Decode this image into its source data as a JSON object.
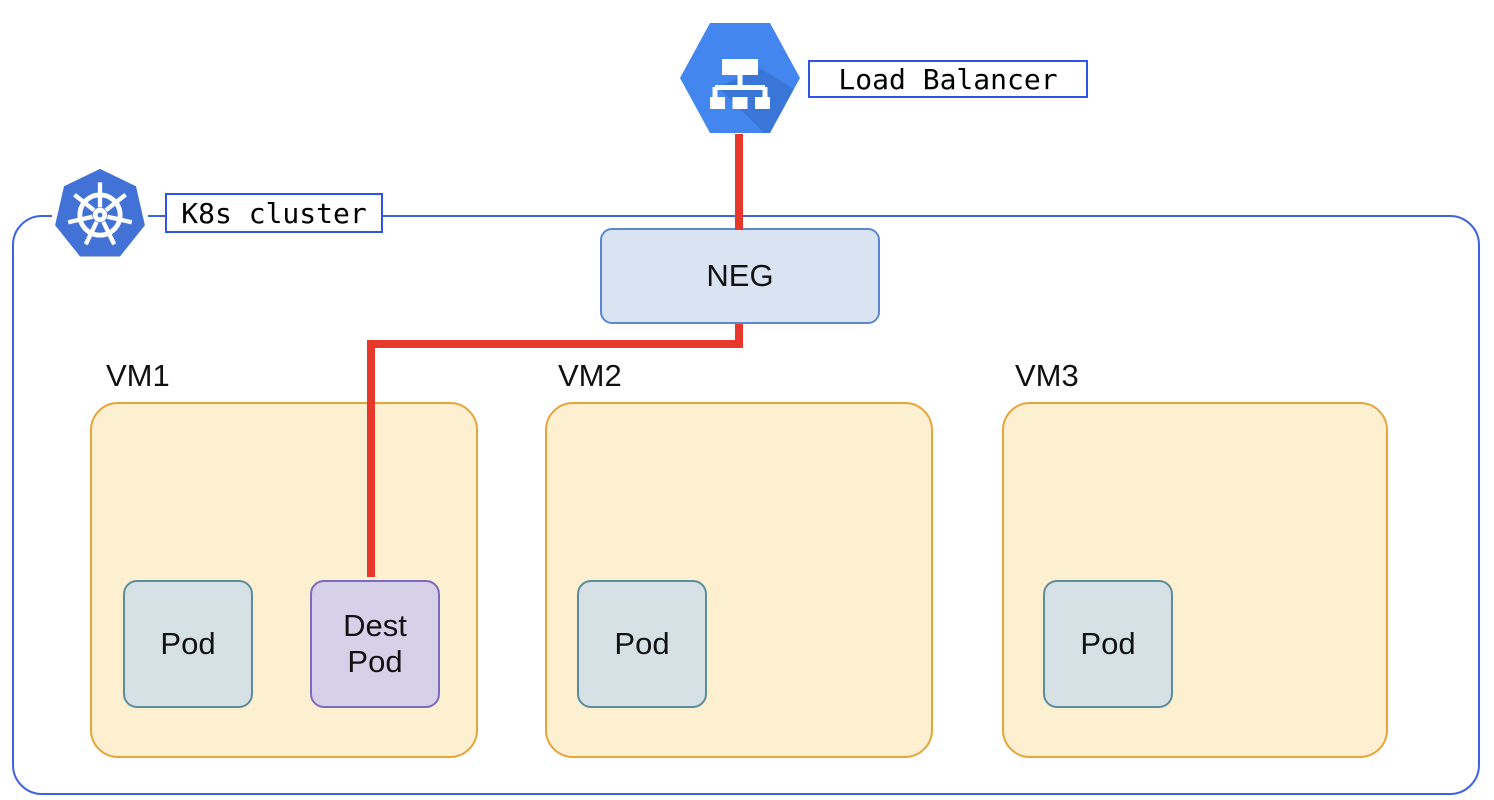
{
  "colors": {
    "cluster_border": "#3d63e3",
    "label_box_border": "#2f55e6",
    "connector_red": "#e8382c",
    "vm_fill": "#fdf0d0",
    "vm_border": "#e9a33c",
    "pod_fill": "#d6e1e6",
    "pod_border": "#5d8d9c",
    "dest_pod_fill": "#d7d0e9",
    "dest_pod_border": "#7d6abe",
    "neg_fill": "#dae3f2",
    "neg_border": "#5b87d5",
    "k8s_icon_blue": "#4272d6",
    "lb_icon_blue": "#4386f0",
    "text": "#111111"
  },
  "load_balancer": {
    "label": "Load Balancer",
    "icon": "gcp-load-balancer-icon"
  },
  "cluster": {
    "label": "K8s cluster",
    "icon": "kubernetes-icon"
  },
  "neg": {
    "label": "NEG"
  },
  "vms": [
    {
      "label": "VM1",
      "pods": [
        {
          "label": "Pod",
          "type": "pod"
        },
        {
          "label": "Dest Pod",
          "type": "dest-pod"
        }
      ]
    },
    {
      "label": "VM2",
      "pods": [
        {
          "label": "Pod",
          "type": "pod"
        }
      ]
    },
    {
      "label": "VM3",
      "pods": [
        {
          "label": "Pod",
          "type": "pod"
        }
      ]
    }
  ],
  "connections": [
    {
      "from": "load-balancer",
      "to": "neg"
    },
    {
      "from": "neg",
      "to": "dest-pod"
    }
  ]
}
